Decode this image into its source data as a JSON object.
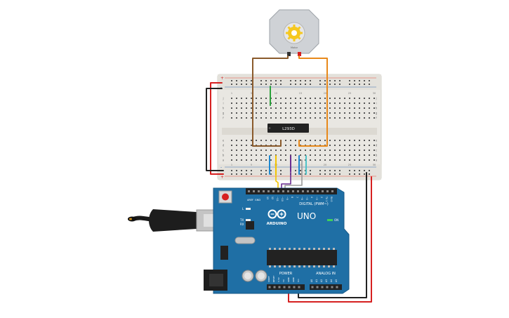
{
  "motor": {
    "label": "Motor"
  },
  "ic": {
    "label": "L293D"
  },
  "breadboard": {
    "row_letters_top": [
      "j",
      "i",
      "h",
      "g",
      "f"
    ],
    "row_letters_bottom": [
      "e",
      "d",
      "c",
      "b",
      "a"
    ],
    "column_numbers": [
      "1",
      "",
      "",
      "",
      "5",
      "",
      "",
      "",
      "",
      "10",
      "",
      "",
      "",
      "",
      "15",
      "",
      "",
      "",
      "",
      "20",
      "",
      "",
      "",
      "",
      "25",
      "",
      "",
      "",
      "",
      "30"
    ],
    "rail_plus": "+",
    "rail_minus": "-"
  },
  "arduino": {
    "logo_text": "ARDUINO",
    "model_text": "UNO",
    "digital_label": "DIGITAL (PWM~)",
    "power_label": "POWER",
    "analog_label": "ANALOG IN",
    "on_label": "ON",
    "l_label": "L",
    "tx_label": "TX",
    "rx_label": "RX",
    "aref_label": "AREF",
    "gnd_label": "GND",
    "analog_pins": [
      "A0",
      "A1",
      "A2",
      "A3",
      "A4",
      "A5"
    ],
    "power_pins": [
      "IOREF",
      "RESET",
      "3.3V",
      "5V",
      "GND",
      "GND",
      "Vin"
    ],
    "digital_pins": [
      "13",
      "12",
      "~11",
      "~10",
      "~9",
      "8",
      "7",
      "~6",
      "~5",
      "4",
      "~3",
      "2",
      "TX 1",
      "RX 0"
    ]
  },
  "colors": {
    "board_blue": "#1f6fa5",
    "breadboard": "#e9e7e2",
    "wire_red": "#d62020",
    "wire_black": "#222222",
    "wire_brown": "#8a5a2b",
    "wire_orange": "#e8891a",
    "wire_green": "#2aa13a",
    "wire_yellow": "#f3c400",
    "wire_purple": "#6a2c91",
    "wire_blue": "#1e88d0",
    "wire_teal": "#4fc3c8",
    "wire_gray": "#9a9a9a"
  }
}
